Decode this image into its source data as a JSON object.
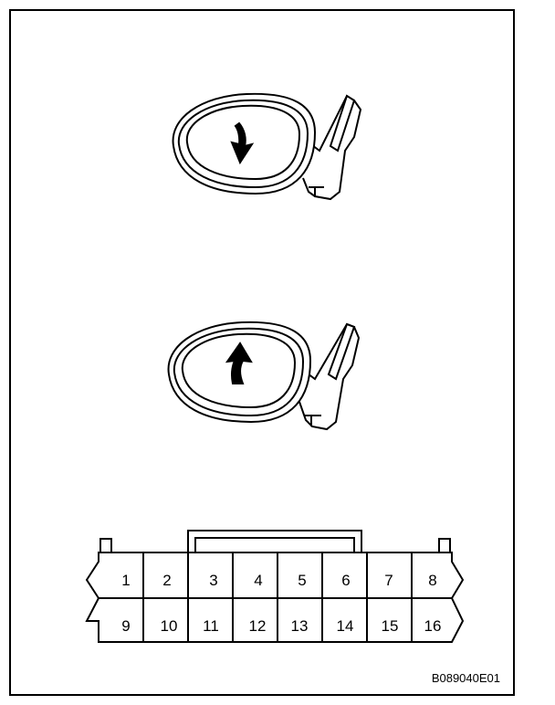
{
  "connector": {
    "top_row": [
      "1",
      "2",
      "3",
      "4",
      "5",
      "6",
      "7",
      "8"
    ],
    "bottom_row": [
      "9",
      "10",
      "11",
      "12",
      "13",
      "14",
      "15",
      "16"
    ]
  },
  "diagram_code": "B089040E01",
  "mirrors": [
    {
      "name": "mirror-down",
      "arrow": "down"
    },
    {
      "name": "mirror-up",
      "arrow": "up"
    }
  ]
}
